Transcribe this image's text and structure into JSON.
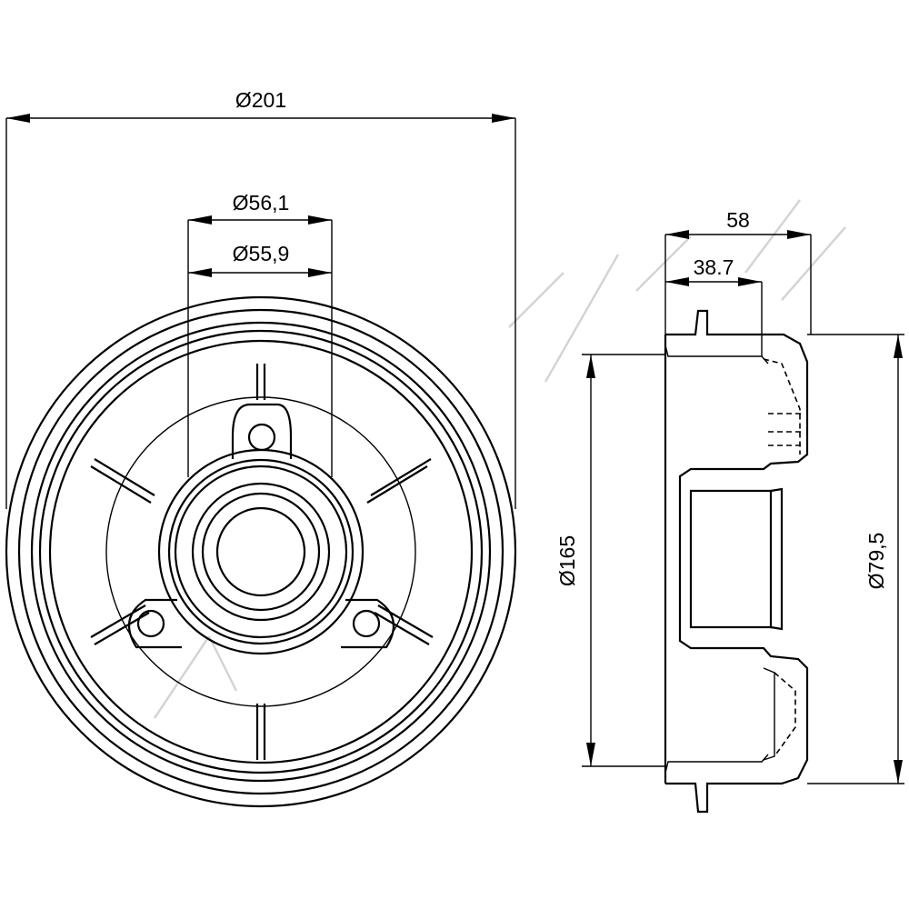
{
  "dimensions": {
    "outer_diameter": "Ø201",
    "hub_diameter_max": "Ø56,1",
    "hub_diameter_min": "Ø55,9",
    "total_width": "58",
    "hub_depth": "38.7",
    "braking_diameter": "Ø165",
    "pilot_diameter": "Ø79,5"
  },
  "colors": {
    "line": "#000000",
    "background": "#ffffff",
    "watermark": "#d4d4d4"
  }
}
